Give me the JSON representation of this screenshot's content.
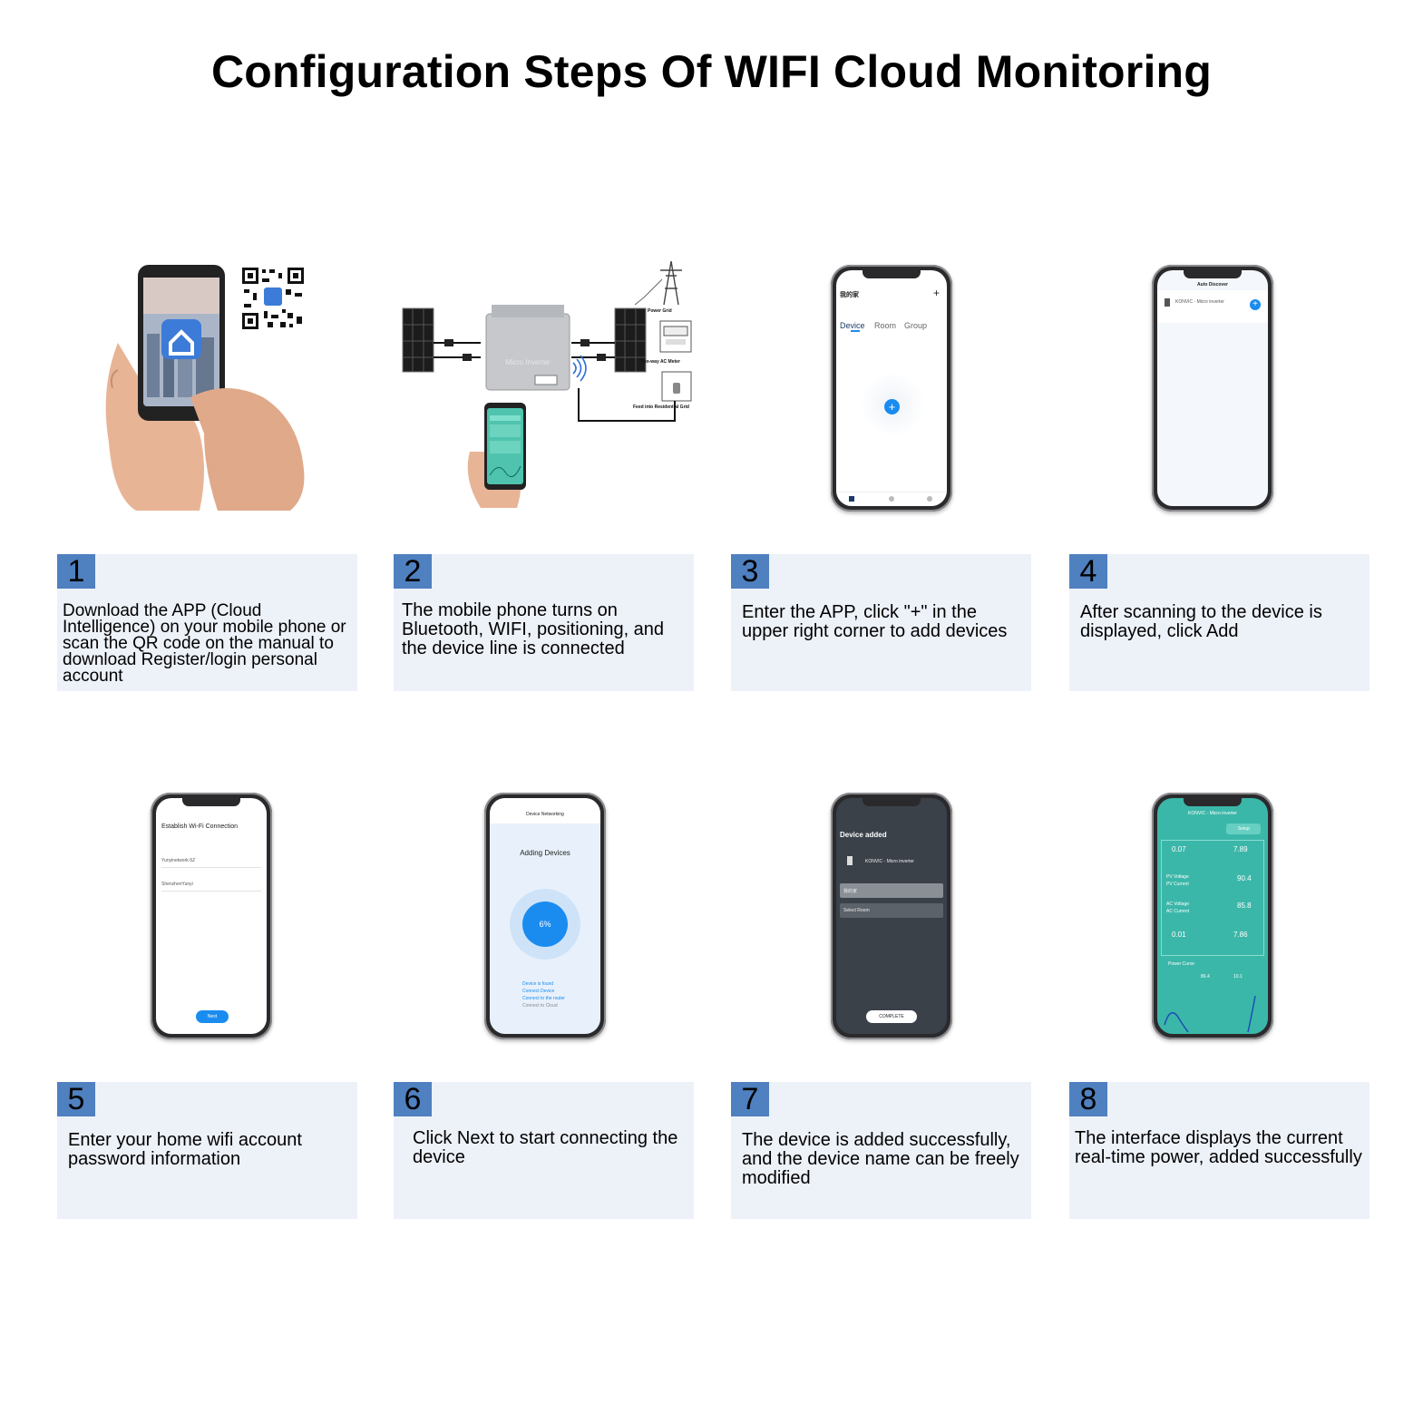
{
  "title": "Configuration Steps Of WIFI Cloud Monitoring",
  "illustration_labels": {
    "power_grid": "Power Grid",
    "two_way_ac_meter": "Two-way AC Meter",
    "feed_into_residential_grid": "Feed into Residential Grid",
    "inverter_label": "Micro Inverter"
  },
  "steps": [
    {
      "number": "1",
      "description": "Download the APP (Cloud Intelligence) on your mobile phone or scan the QR code on the manual to download Register/login personal account"
    },
    {
      "number": "2",
      "description": "The mobile phone turns on Bluetooth, WIFI, positioning, and the device line is connected"
    },
    {
      "number": "3",
      "description": "Enter the APP, click \"+\" in the upper right corner to add devices"
    },
    {
      "number": "4",
      "description": "After scanning to the device is displayed, click Add"
    },
    {
      "number": "5",
      "description": "Enter your home wifi account password information"
    },
    {
      "number": "6",
      "description": "Click Next to start connecting the device"
    },
    {
      "number": "7",
      "description": "The device is added successfully, and the device name can be freely modified"
    },
    {
      "number": "8",
      "description": "The interface displays the current real-time power, added successfully"
    }
  ],
  "screens": {
    "s3": {
      "home": "我的家",
      "plus": "+",
      "tabs": [
        "Device",
        "Room",
        "Group"
      ],
      "add_icon": "+"
    },
    "s4": {
      "header": "Auto Discover",
      "device": "KONVIC - Micro inverter",
      "add": "+"
    },
    "s5": {
      "header": "Establish Wi-Fi Connection",
      "network": "Yunyinetwork-5Z",
      "password": "ShenzhenYunyi",
      "button": "Next"
    },
    "s6": {
      "header": "Device Networking",
      "title": "Adding Devices",
      "progress": "6%",
      "progress_value": 0.06,
      "checklist": [
        "Device is found",
        "Connect Device",
        "Connect to the router",
        "Connect to Cloud"
      ]
    },
    "s7": {
      "header": "Device added",
      "device": "KONVIC - Micro inverter",
      "room_name": "我的家",
      "select_room": "Select Room",
      "button": "COMPLETE"
    },
    "s8": {
      "header": "KONVIC - Micro inverter",
      "setup": "Setup",
      "stats": [
        "0.07",
        "7.89",
        "90.4",
        "85.8",
        "0.01",
        "7.86"
      ],
      "rows": [
        "PV Voltage",
        "PV Current",
        "AC Voltage",
        "AC Current"
      ],
      "curve_label": "Power Curve",
      "readings": [
        "86.4",
        "10.1"
      ]
    }
  },
  "colors": {
    "card_bg": "#edf1f8",
    "number_badge": "#4f80bf",
    "app_blue": "#1a8cf0",
    "dark_screen": "#3b4149",
    "teal_screen": "#3bb7a9"
  }
}
